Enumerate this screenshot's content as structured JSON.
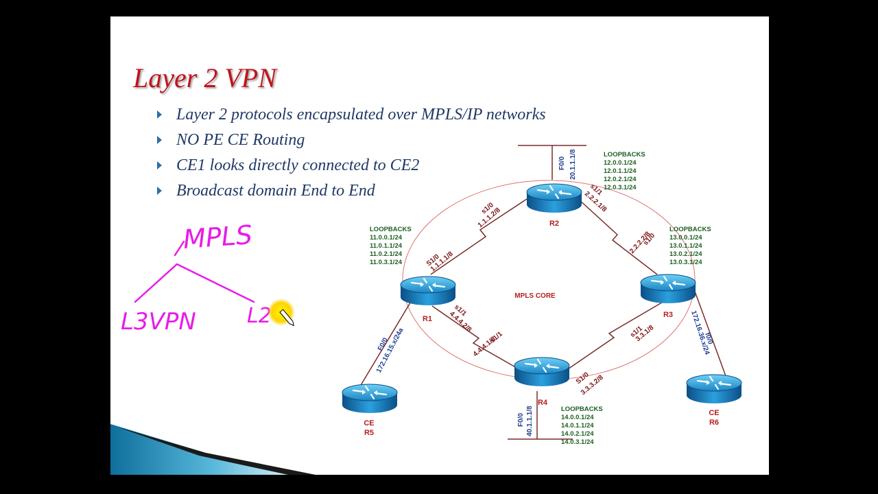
{
  "slide": {
    "title": "Layer 2 VPN",
    "bullets": [
      "Layer 2 protocols encapsulated over MPLS/IP networks",
      "NO PE  CE Routing",
      "CE1 looks directly connected to CE2",
      "Broadcast domain End to End"
    ]
  },
  "annotations": {
    "top": "MPLS",
    "left": "L3VPN",
    "right": "L2"
  },
  "diagram": {
    "core_label": "MPLS CORE",
    "routers": {
      "r1": "R1",
      "r2": "R2",
      "r3": "R3",
      "r4": "R4",
      "r5_role": "CE",
      "r5": "R5",
      "r6_role": "CE",
      "r6": "R6"
    },
    "interfaces": {
      "r2_up": "F0/0",
      "r2_up_ip": "20.1.1.1/8",
      "r2_r1_if": "s1/0",
      "r2_r1_ip": "1.1.1.2/8",
      "r2_r3_if": "s1/1",
      "r2_r3_ip": "2.2.2.1/8",
      "r1_r2_if": "S1/0",
      "r1_r2_ip": "1.1.1.1/8",
      "r1_r4_if": "s1/1",
      "r1_r4_ip": "4.4.4.2/8",
      "r4_r1_if": "s1/1",
      "r4_r1_ip": "4.4.4.1/8",
      "r3_r2_if": "s1/0",
      "r3_r2_ip": "2.2.2.2/8",
      "r3_r4_if": "s1/1",
      "r3_r4_ip": "3.3.1/8",
      "r4_r3_if": "S1/0",
      "r4_r3_ip": "3.3.3.2/8",
      "r1_ce_if": "F0/0",
      "r1_ce_ip": "172.16.15.x/24a",
      "r3_ce_if": "f0/0",
      "r3_ce_ip": "172.16.36.x/24",
      "r4_down": "F0/0",
      "r4_down_ip": "40.1.1.1/8"
    },
    "loopbacks": {
      "heading": "LOOPBACKS",
      "r2": [
        "12.0.0.1/24",
        "12.0.1.1/24",
        "12.0.2.1/24",
        "12.0.3.1/24"
      ],
      "r1": [
        "11.0.0.1/24",
        "11.0.1.1/24",
        "11.0.2.1/24",
        "11.0.3.1/24"
      ],
      "r3": [
        "13.0.0.1/24",
        "13.0.1.1/24",
        "13.0.2.1/24",
        "13.0.3.1/24"
      ],
      "r4": [
        "14.0.0.1/24",
        "14.0.1.1/24",
        "14.0.2.1/24",
        "14.0.3.1/24"
      ]
    }
  },
  "colors": {
    "title": "#c0141c",
    "bullet_text": "#1f3864",
    "link": "#7a2a2a",
    "interface_label": "#7a1414",
    "loopback_label": "#1b5e20",
    "router_label": "#b71c1c",
    "annotation": "#e81ce8",
    "core_ring": "#e07070"
  }
}
